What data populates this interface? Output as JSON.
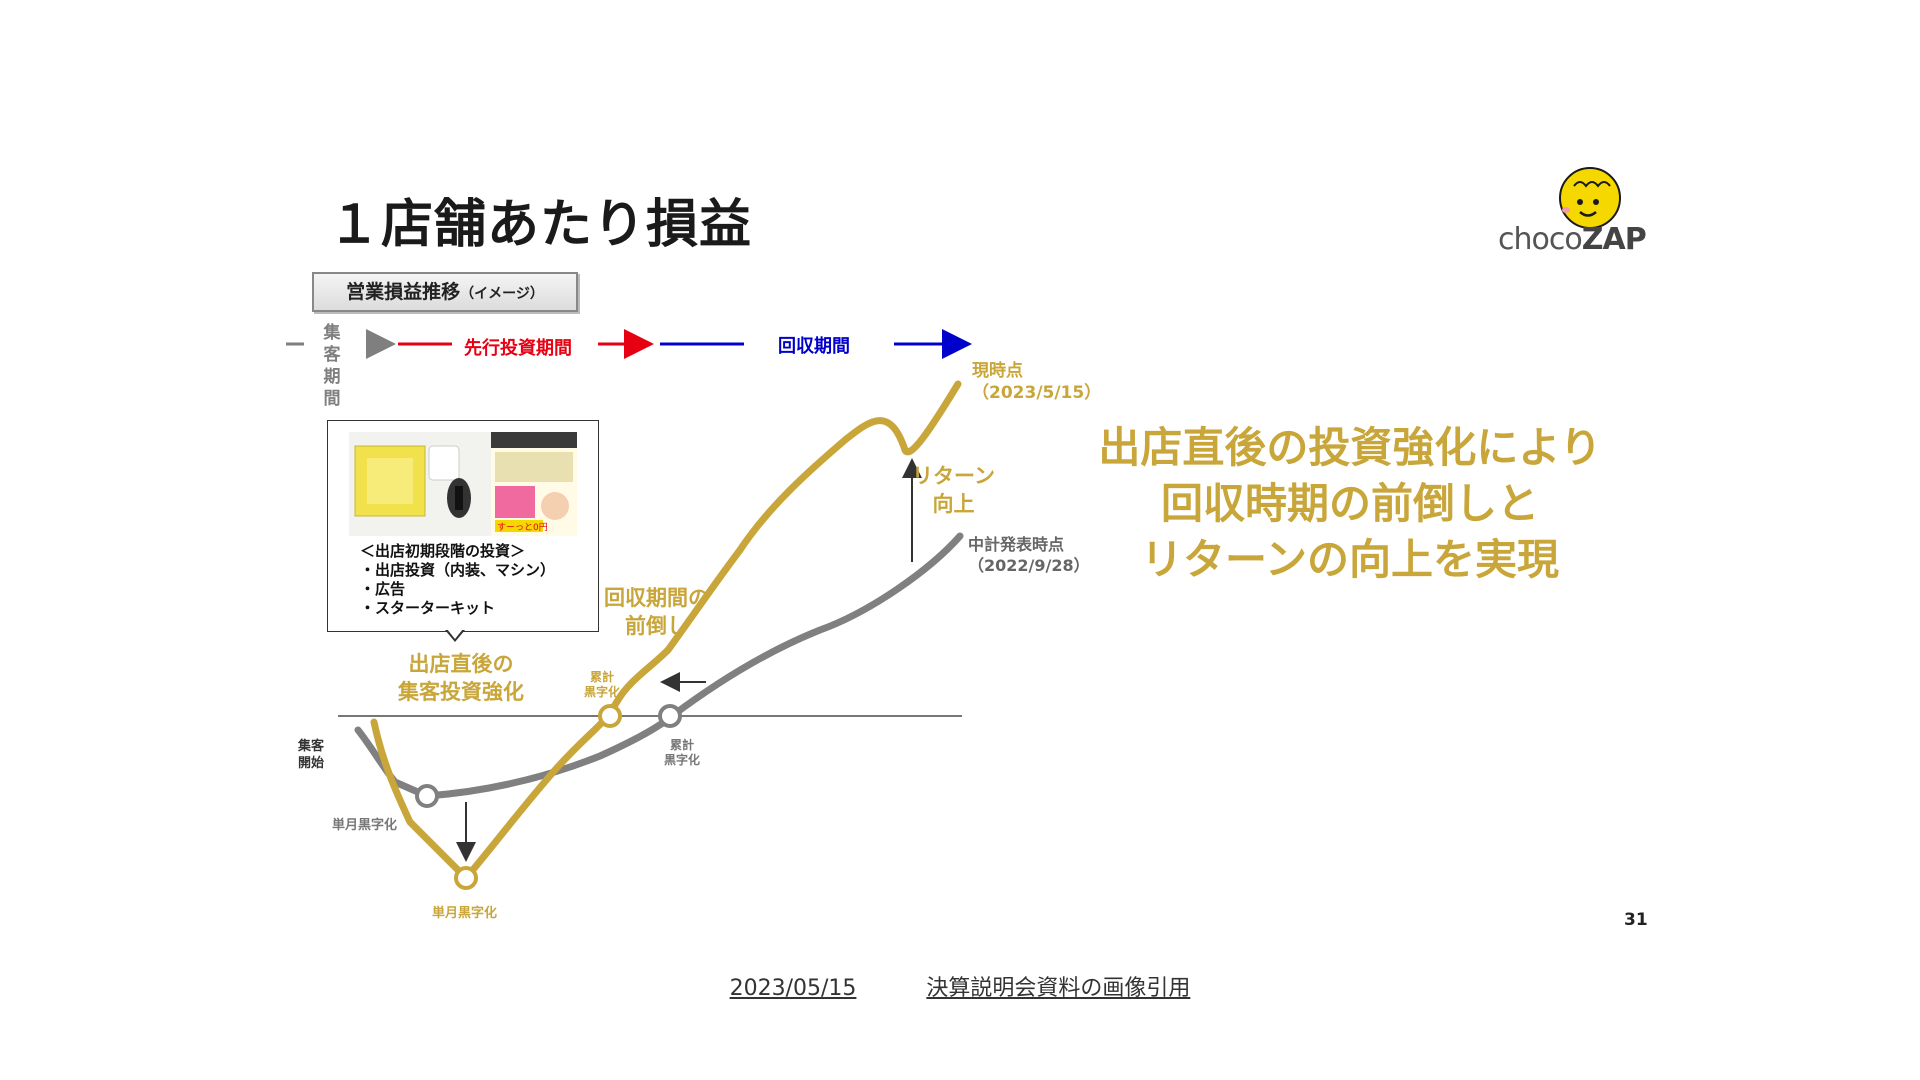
{
  "title": "１店舗あたり損益",
  "logo": {
    "text_left": "choco",
    "text_right": "ZAP"
  },
  "subtitle_box": {
    "main": "営業損益推移",
    "sub": "（イメージ）"
  },
  "periods": {
    "p1": "集客期間",
    "p2": "先行投資期間",
    "p3": "回収期間"
  },
  "callout": {
    "heading": "＜出店初期段階の投資＞",
    "items": [
      "・出店投資（内装、マシン）",
      "・広告",
      "・スターターキット"
    ],
    "image_banner": "すーっと0円"
  },
  "labels": {
    "current_point": "現時点",
    "current_date": "（2023/5/15）",
    "plan_point": "中計発表時点",
    "plan_date": "（2022/9/28）",
    "return_up_1": "リターン",
    "return_up_2": "向上",
    "recovery_1": "回収期間の",
    "recovery_2": "前倒し",
    "invest_1": "出店直後の",
    "invest_2": "集客投資強化",
    "cum_black_1a": "累計",
    "cum_black_1b": "黒字化",
    "cum_black_2a": "累計",
    "cum_black_2b": "黒字化",
    "start_a": "集客",
    "start_b": "開始",
    "monthly_black_1": "単月黒字化",
    "monthly_black_2": "単月黒字化"
  },
  "message": {
    "line1": "出店直後の投資強化により",
    "line2": "回収時期の前倒しと",
    "line3": "リターンの向上を実現"
  },
  "page_number": "31",
  "footer": {
    "date": "2023/05/15",
    "caption": "決算説明会資料の画像引用"
  },
  "colors": {
    "gold": "#c9a63a",
    "gray": "#7f7f7f",
    "red": "#e60012",
    "blue": "#0000cc"
  }
}
